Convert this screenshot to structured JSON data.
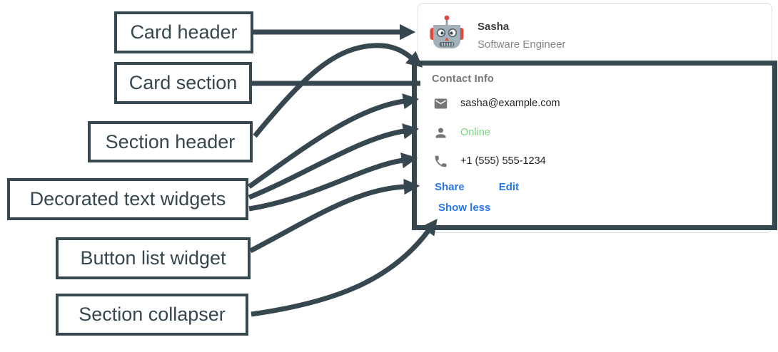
{
  "colors": {
    "ink": "#37474f",
    "card_border": "#dadce0",
    "muted_text": "#757575",
    "dark_text": "#202124",
    "online_green": "#7bd37f",
    "link_blue": "#2878ea"
  },
  "annotations": {
    "card_header": "Card header",
    "card_section": "Card section",
    "section_header": "Section header",
    "decorated_text_widgets": "Decorated text widgets",
    "button_list_widget": "Button list widget",
    "section_collapser": "Section collapser"
  },
  "card": {
    "header": {
      "avatar_icon": "robot-icon",
      "name": "Sasha",
      "subtitle": "Software Engineer"
    },
    "section": {
      "title": "Contact Info",
      "rows": [
        {
          "icon": "email-icon",
          "text": "sasha@example.com"
        },
        {
          "icon": "person-icon",
          "text": "Online"
        },
        {
          "icon": "phone-icon",
          "text": "+1 (555) 555-1234"
        }
      ],
      "buttons": [
        {
          "label": "Share"
        },
        {
          "label": "Edit"
        }
      ],
      "collapser_label": "Show less"
    }
  }
}
